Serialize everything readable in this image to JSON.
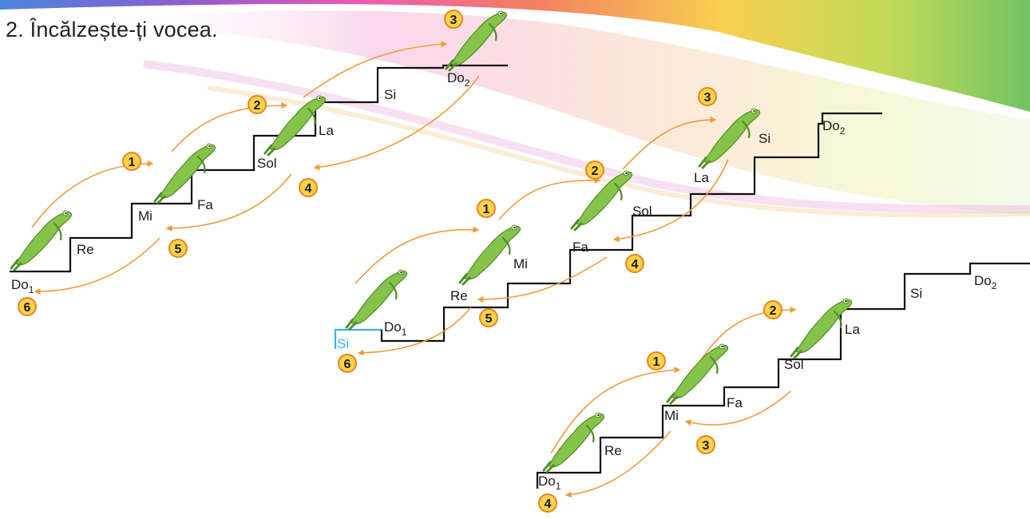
{
  "title": "2. Încălzește-ți vocea.",
  "colors": {
    "arrow": "#f39a3a",
    "badge_fill": "#fbd24a",
    "badge_stroke": "#e8841e",
    "stairs": "#111111",
    "low_si": "#35b6de",
    "frog": "#86c34b",
    "frog_dark": "#4f8f27"
  },
  "icons": {
    "frog": "frog-icon",
    "arrow": "arrow-icon"
  },
  "exercises": [
    {
      "steps": [
        {
          "name": "Do",
          "sub": "1"
        },
        {
          "name": "Re"
        },
        {
          "name": "Mi"
        },
        {
          "name": "Fa"
        },
        {
          "name": "Sol"
        },
        {
          "name": "La"
        },
        {
          "name": "Si"
        },
        {
          "name": "Do",
          "sub": "2"
        }
      ],
      "badges": [
        "1",
        "2",
        "3",
        "4",
        "5",
        "6"
      ]
    },
    {
      "low_step": {
        "name": "Si"
      },
      "steps": [
        {
          "name": "Do",
          "sub": "1"
        },
        {
          "name": "Re"
        },
        {
          "name": "Mi"
        },
        {
          "name": "Fa"
        },
        {
          "name": "Sol"
        },
        {
          "name": "La"
        },
        {
          "name": "Si"
        },
        {
          "name": "Do",
          "sub": "2"
        }
      ],
      "badges": [
        "1",
        "2",
        "3",
        "4",
        "5",
        "6"
      ]
    },
    {
      "steps": [
        {
          "name": "Do",
          "sub": "1"
        },
        {
          "name": "Re"
        },
        {
          "name": "Mi"
        },
        {
          "name": "Fa"
        },
        {
          "name": "Sol"
        },
        {
          "name": "La"
        },
        {
          "name": "Si"
        },
        {
          "name": "Do",
          "sub": "2"
        }
      ],
      "badges": [
        "1",
        "2",
        "3",
        "4"
      ]
    }
  ]
}
